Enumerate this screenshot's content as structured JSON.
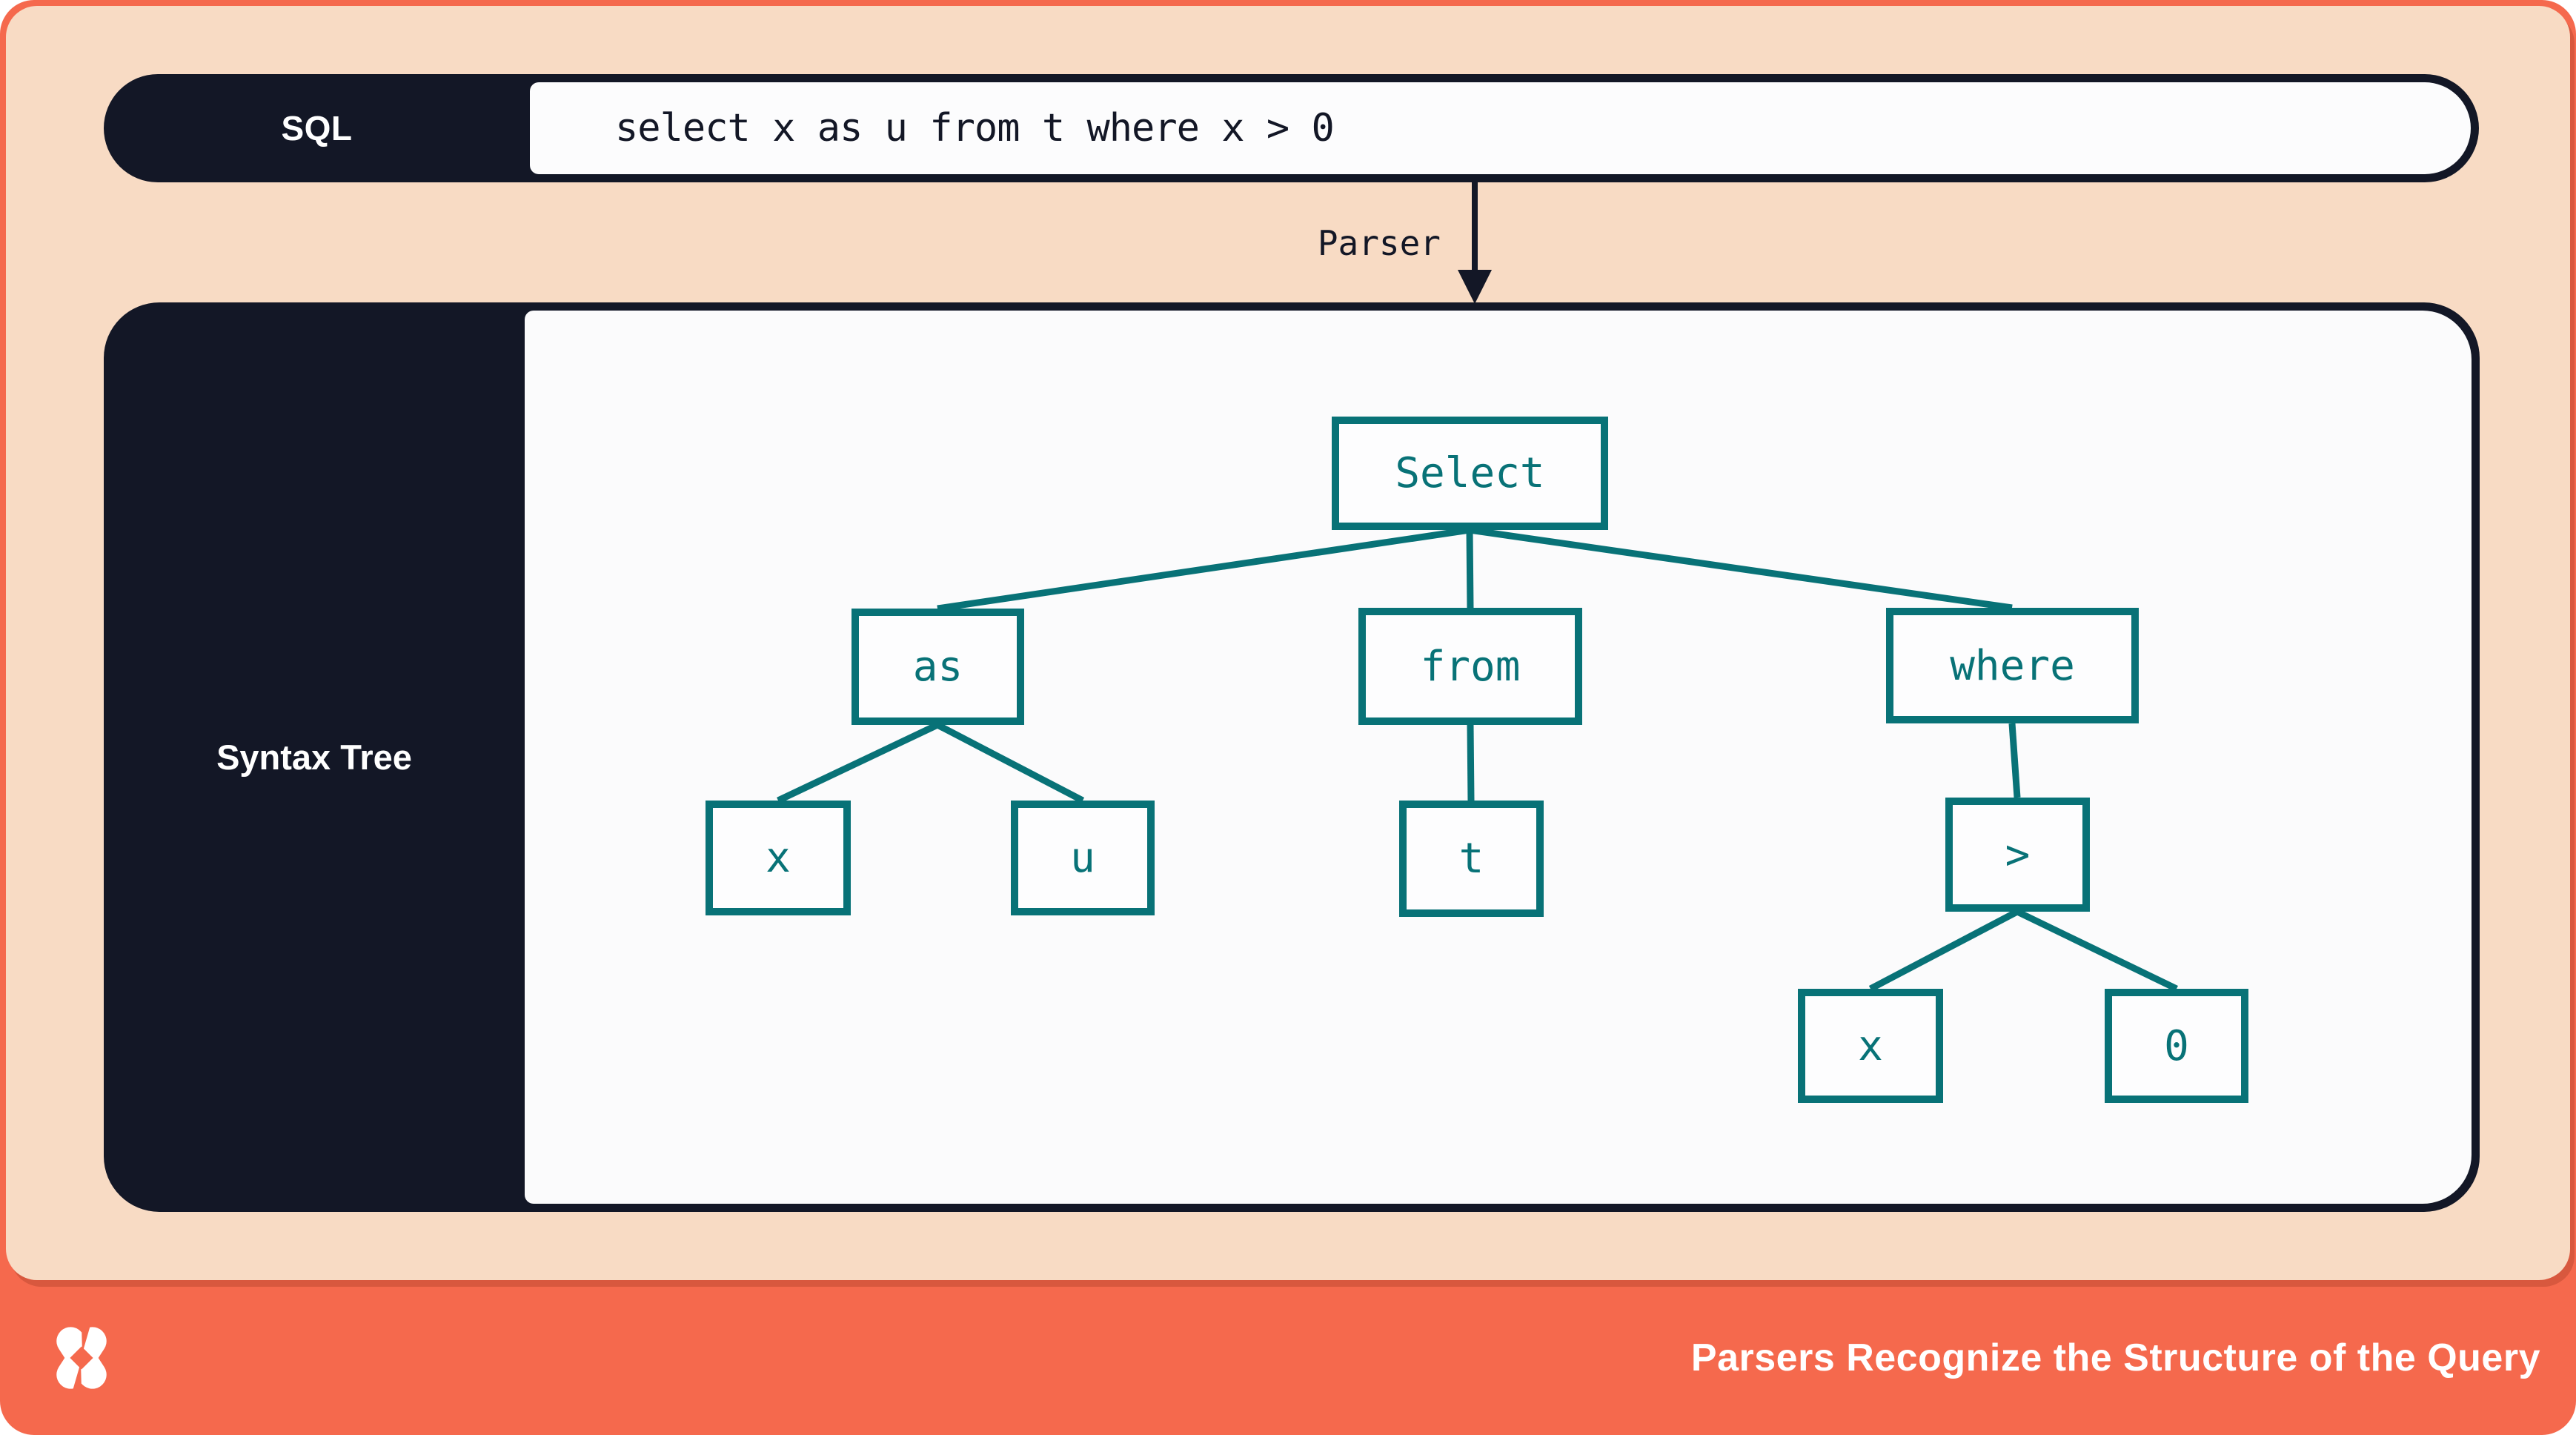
{
  "colors": {
    "frame_orange": "#F5694D",
    "slide_peach": "#F8DBC4",
    "panel_navy": "#131726",
    "panel_white": "#FBFBFC",
    "tree_teal": "#087277",
    "text_white": "#FFFFFF"
  },
  "sql_bar": {
    "label": "SQL",
    "query": "select x as u from t where x > 0"
  },
  "parser": {
    "label": "Parser"
  },
  "syntax_tree": {
    "title": "Syntax Tree",
    "nodes": [
      {
        "id": "select",
        "label": "Select"
      },
      {
        "id": "as",
        "label": "as"
      },
      {
        "id": "from",
        "label": "from"
      },
      {
        "id": "where",
        "label": "where"
      },
      {
        "id": "x1",
        "label": "x"
      },
      {
        "id": "u",
        "label": "u"
      },
      {
        "id": "t",
        "label": "t"
      },
      {
        "id": "gt",
        "label": ">"
      },
      {
        "id": "x2",
        "label": "x"
      },
      {
        "id": "zero",
        "label": "0"
      }
    ],
    "edges": [
      [
        "Select",
        "as"
      ],
      [
        "Select",
        "from"
      ],
      [
        "Select",
        "where"
      ],
      [
        "as",
        "x"
      ],
      [
        "as",
        "u"
      ],
      [
        "from",
        "t"
      ],
      [
        "where",
        ">"
      ],
      [
        ">",
        "x"
      ],
      [
        ">",
        "0"
      ]
    ]
  },
  "footer": {
    "caption": "Parsers Recognize the Structure of the Query",
    "logo": "dolt-pinwheel-logo"
  }
}
